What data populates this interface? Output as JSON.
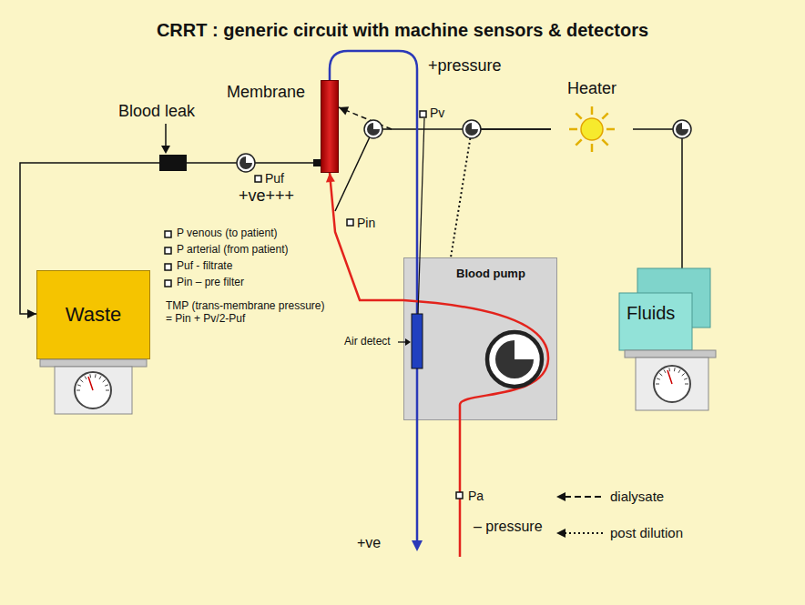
{
  "diagram": {
    "title": "CRRT : generic circuit with machine sensors & detectors",
    "nodes": [
      {
        "text": [
          "Membrane"
        ]
      },
      {
        "text": [
          "Blood leak"
        ]
      },
      {
        "text": [
          "Heater"
        ]
      },
      {
        "text": [
          "Blood pump"
        ]
      },
      {
        "text": [
          "Fluids"
        ]
      },
      {
        "text": [
          "Waste"
        ]
      }
    ],
    "edges": [
      {
        "from": 0,
        "to": 1,
        "arrow": "none"
      },
      {
        "from": 1,
        "to": 5,
        "arrow": "to"
      },
      {
        "from": 4,
        "to": 2,
        "arrow": "none"
      },
      {
        "from": 2,
        "to": 0,
        "arrow": "to"
      },
      {
        "from": 3,
        "to": 0,
        "arrow": "to"
      },
      {
        "from": 2,
        "to": 3,
        "arrow": "none"
      }
    ],
    "labels": [
      "+pressure",
      "Pv",
      "Puf",
      "+ve+++",
      "Pin",
      "Air detect",
      "P venous (to patient)",
      "P arterial (from patient)",
      "Puf - filtrate",
      "Pin – pre filter",
      "TMP (trans-membrane pressure) = Pin + Pv/2-Puf",
      "– pressure",
      "Pa",
      "+ve"
    ],
    "legend": [
      {
        "text": "dialysate"
      },
      {
        "text": "post dilution"
      }
    ]
  }
}
